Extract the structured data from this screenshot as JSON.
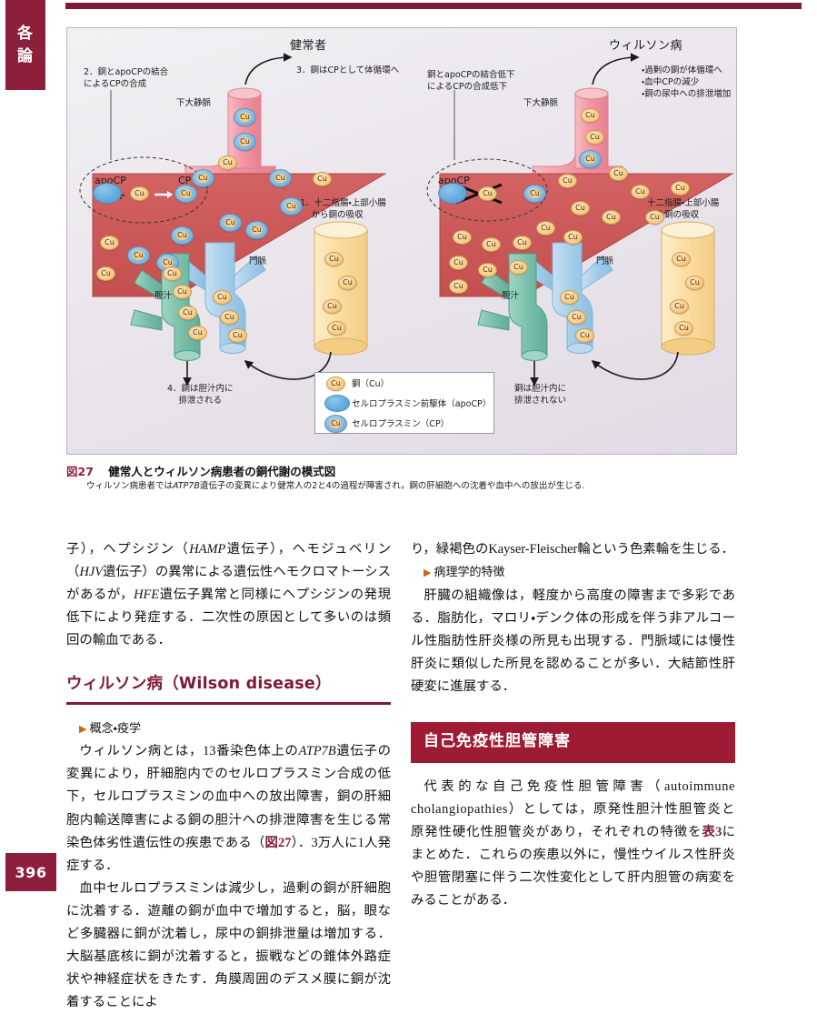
{
  "page": {
    "number": "396",
    "side_tab": [
      "各",
      "論"
    ]
  },
  "figure": {
    "caption_label": "図27",
    "caption_title": "健常人とウィルソン病患者の銅代謝の模式図",
    "caption_body_pre": "ウィルソン病患者では",
    "caption_body_italic": "ATP7B",
    "caption_body_post": "遺伝子の変異により健常人の2と4の過程が障害され，銅の肝細胞への沈着や血中への放出が生じる.",
    "left_panel": {
      "title": "健常者",
      "ann_step2": "2．銅とapoCPの結合\nによるCPの合成",
      "ann_step3": "3．銅はCPとして体循環へ",
      "ann_vena_cava": "下大静脈",
      "ann_step1": "1．十二指腸・上部小腸\n　 から銅の吸収",
      "ann_portal": "門脈",
      "ann_bile": "胆汁",
      "ann_step4": "4．銅は胆汁内に\n　 排泄される",
      "label_apocp": "apoCP",
      "label_cp": "CP",
      "label_plus": "＋",
      "label_arrow": "→",
      "cu_label": "Cu"
    },
    "right_panel": {
      "title": "ウィルソン病",
      "ann_binding": "銅とapoCPの結合低下\nによるCPの合成低下",
      "ann_outcomes": "・過剰の銅が体循環へ\n・血中CPの減少\n・銅の尿中への排泄増加",
      "ann_vena_cava": "下大静脈",
      "ann_absorption": "十二指腸・上部小腸\nから銅の吸収",
      "ann_portal": "門脈",
      "ann_bile": "胆汁",
      "ann_excretion": "銅は胆汁内に\n排泄されない",
      "label_apocp": "apoCP",
      "cu_label": "Cu"
    },
    "legend": [
      {
        "icon": "cu-particle",
        "label": "銅（Cu）",
        "chip": "Cu"
      },
      {
        "icon": "apocp-blob",
        "label": "セルロプラスミン前駆体（apoCP）",
        "chip": ""
      },
      {
        "icon": "cp-particle",
        "label": "セルロプラスミン（CP）",
        "chip": "Cu"
      }
    ]
  },
  "body": {
    "left": {
      "para_continued_1": "子），ヘプシジン（",
      "para_continued_1_i1": "HAMP",
      "para_continued_1_b": "遺伝子），ヘモジュベリン（",
      "para_continued_1_i2": "HJV",
      "para_continued_1_c": "遺伝子）の異常による遺伝性ヘモクロマトーシスがあるが，",
      "para_continued_1_i3": "HFE",
      "para_continued_1_d": "遺伝子異常と同様にヘプシジンの発現低下により発症する．二次性の原因として多いのは頻回の輸血である．",
      "heading_disease": "ウィルソン病（Wilson disease）",
      "sub_heading_1": "概念・疫学",
      "para_1_a": "ウィルソン病とは，13番染色体上の",
      "para_1_i": "ATP7B",
      "para_1_b": "遺伝子の変異により，肝細胞内でのセルロプラスミン合成の低下，セルロプラスミンの血中への放出障害，銅の肝細胞内輸送障害による銅の胆汁への排泄障害を生じる常染色体劣性遺伝性の疾患である（",
      "para_1_ref": "図27",
      "para_1_c": "）．3万人に1人発症する．",
      "para_2": "血中セルロプラスミンは減少し，過剰の銅が肝細胞に沈着する．遊離の銅が血中で増加すると，脳，眼など多臓器に銅が沈着し，尿中の銅排泄量は増加する．大脳基底核に銅が沈着すると，振戦などの錐体外路症状や神経症状をきたす．角膜周囲のデスメ膜に銅が沈着することによ"
    },
    "right": {
      "para_continued": "り，緑褐色のKayser-Fleischer輪という色素輪を生じる．",
      "sub_heading_1": "病理学的特徴",
      "para_1": "肝臓の組織像は，軽度から高度の障害まで多彩である．脂肪化，マロリ・デンク体の形成を伴う非アルコール性脂肪性肝炎様の所見も出現する．門脈域には慢性肝炎に類似した所見を認めることが多い．大結節性肝硬変に進展する．",
      "section_band": "自己免疫性胆管障害",
      "para_2_a": "代表的な自己免疫性胆管障害（autoimmune cholangiopathies）としては，原発性胆汁性胆管炎と原発性硬化性胆管炎があり，それぞれの特徴を",
      "para_2_ref": "表3",
      "para_2_b": "にまとめた．これらの疾患以外に，慢性ウイルス性肝炎や胆管閉塞に伴う二次性変化として肝内胆管の病変をみることがある．"
    }
  },
  "colors": {
    "accent_maroon": "#7d1a33",
    "band_red": "#9e1b34",
    "tab_red": "#8e1f3c",
    "liver_red": "#cd5757",
    "vein_pink": "#f3a5ae",
    "portal_blue": "#a8cfe8",
    "bile_green": "#79bfaa",
    "intestine_yellow": "#fbdfa4",
    "cu_gold": "#f5cd8b",
    "apocp_blue": "#62aadd"
  }
}
